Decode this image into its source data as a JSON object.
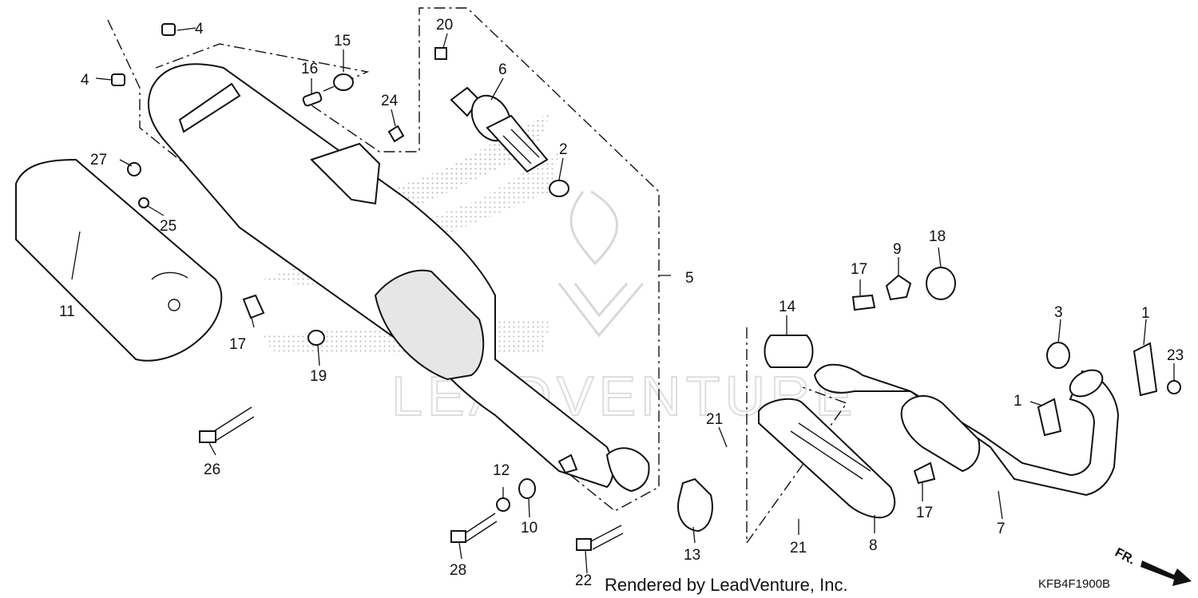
{
  "diagram": {
    "callouts": [
      "4",
      "4",
      "15",
      "16",
      "20",
      "6",
      "24",
      "2",
      "27",
      "25",
      "11",
      "17",
      "19",
      "26",
      "5",
      "12",
      "10",
      "28",
      "22",
      "13",
      "21",
      "21",
      "14",
      "17",
      "9",
      "18",
      "8",
      "17",
      "7",
      "3",
      "1",
      "1",
      "23"
    ],
    "code": "KFB4F1900B",
    "footer": "Rendered by LeadVenture, Inc.",
    "watermark": "LEADVENTURE",
    "fr_label": "FR."
  }
}
